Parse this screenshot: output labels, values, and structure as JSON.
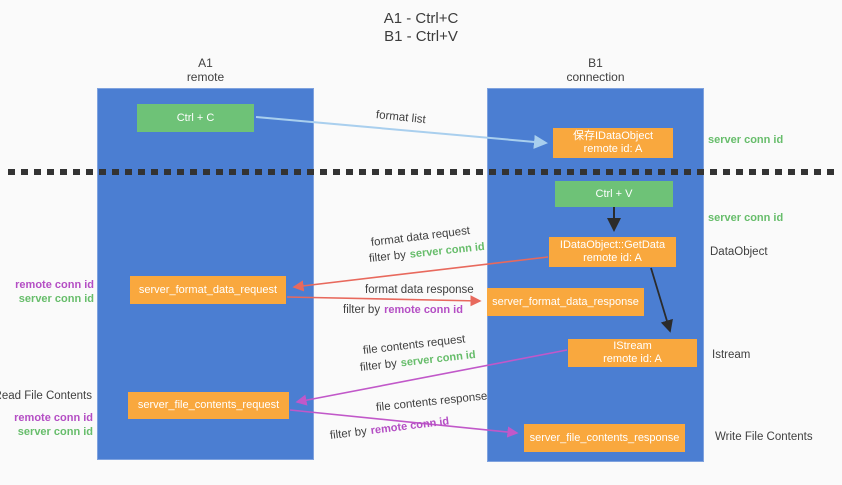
{
  "title": {
    "line1": "A1 - Ctrl+C",
    "line2": "B1 - Ctrl+V"
  },
  "columns": {
    "left": {
      "name": "A1",
      "subtitle": "remote"
    },
    "right": {
      "name": "B1",
      "subtitle": "connection"
    }
  },
  "boxes": {
    "ctrl_c": "Ctrl + C",
    "ctrl_v": "Ctrl + V",
    "save_idataobject": {
      "line1": "保存IDataObject",
      "line2": "remote id: A"
    },
    "getdata": {
      "line1": "IDataObject::GetData",
      "line2": "remote id: A"
    },
    "istream": {
      "line1": "IStream",
      "line2": "remote id: A"
    },
    "format_request": "server_format_data_request",
    "format_response": "server_format_data_response",
    "file_request": "server_file_contents_request",
    "file_response": "server_file_contents_response"
  },
  "flow_labels": {
    "format_list": "format list",
    "format_data_request": "format data request",
    "format_data_response": "format data response",
    "file_contents_request": "file contents request",
    "file_contents_response": "file contents response",
    "filter_by": "filter by",
    "server_conn_id": "server conn id",
    "remote_conn_id": "remote conn id"
  },
  "side_labels": {
    "server_conn_id_top": "server conn id",
    "server_conn_id_mid": "server conn id",
    "dataobject": "DataObject",
    "istream": "Istream",
    "write_file_contents": "Write File Contents",
    "read_file_contents": "Read File Contents",
    "remote_conn_id": "remote conn id",
    "server_conn_id": "server conn id"
  },
  "colors": {
    "column_blue": "#4b7ed2",
    "box_green": "#6ec277",
    "box_orange": "#f9a83e",
    "conn_id_green": "#67bd6b",
    "conn_id_purple": "#b44ec4",
    "arrow_blue": "#a9cfee",
    "arrow_red": "#e8695d",
    "arrow_magenta": "#c158c9",
    "arrow_black": "#2b2b2b"
  }
}
